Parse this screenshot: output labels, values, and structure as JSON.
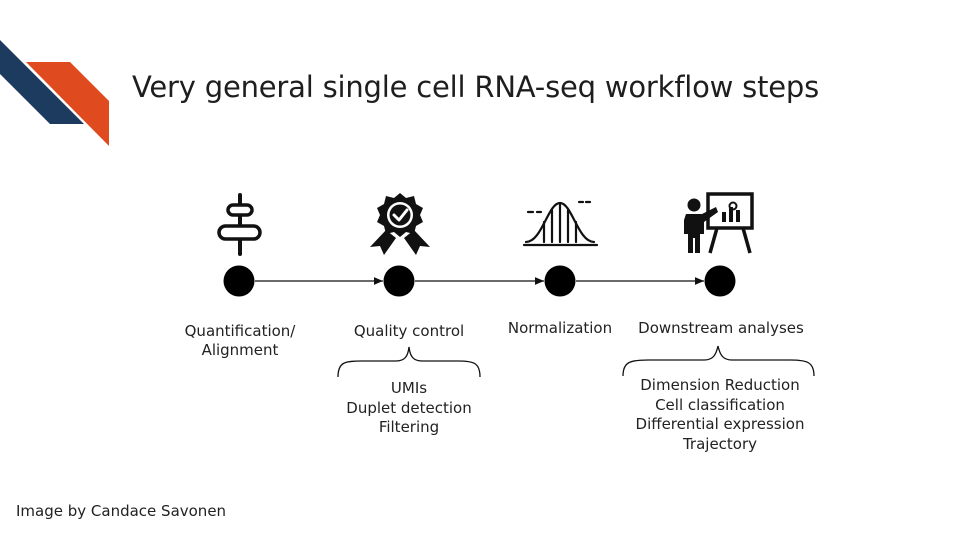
{
  "slide": {
    "title": "Very general single cell RNA-seq workflow steps",
    "credit": "Image by Candace Savonen",
    "accent_colors": {
      "navy": "#1c3b5e",
      "orange": "#e04a1f"
    }
  },
  "workflow": {
    "steps": [
      {
        "label_lines": [
          "Quantification/",
          "Alignment"
        ],
        "icon": "signpost-icon"
      },
      {
        "label_lines": [
          "Quality control"
        ],
        "icon": "award-badge-check-icon",
        "details": [
          "UMIs",
          "Duplet detection",
          "Filtering"
        ]
      },
      {
        "label_lines": [
          "Normalization"
        ],
        "icon": "bell-curve-icon"
      },
      {
        "label_lines": [
          "Downstream analyses"
        ],
        "icon": "presenter-chart-icon",
        "details": [
          "Dimension Reduction",
          "Cell classification",
          "Differential expression",
          "Trajectory"
        ]
      }
    ]
  }
}
